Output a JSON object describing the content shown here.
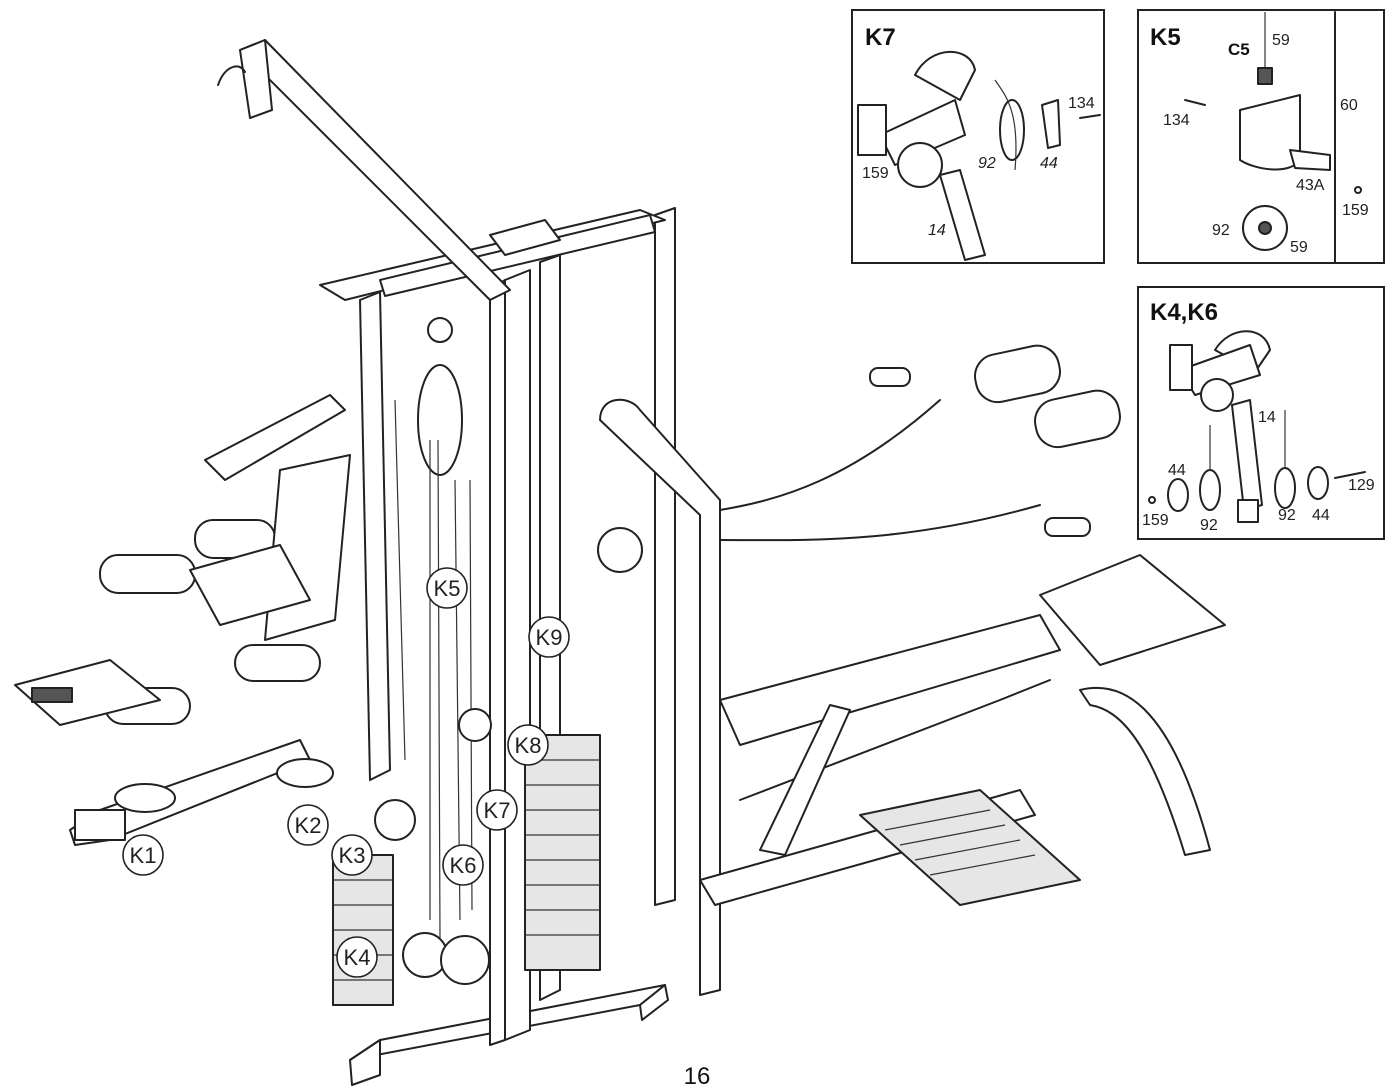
{
  "page_number": "16",
  "callouts": {
    "k1": "K1",
    "k2": "K2",
    "k3": "K3",
    "k4": "K4",
    "k5": "K5",
    "k6": "K6",
    "k7": "K7",
    "k8": "K8",
    "k9": "K9"
  },
  "insets": {
    "k7": {
      "title": "K7",
      "labels": {
        "p159": "159",
        "p92": "92",
        "p44": "44",
        "p134": "134",
        "p14": "14"
      }
    },
    "k5": {
      "title": "K5",
      "labels": {
        "c5": "C5",
        "p59a": "59",
        "p134": "134",
        "p60": "60",
        "p43a": "43A",
        "p159": "159",
        "p92": "92",
        "p59b": "59"
      }
    },
    "k4k6": {
      "title": "K4,K6",
      "labels": {
        "p14": "14",
        "p44a": "44",
        "p129": "129",
        "p159": "159",
        "p92a": "92",
        "p92b": "92",
        "p44b": "44"
      }
    }
  },
  "colors": {
    "line": "#222222",
    "background": "#ffffff",
    "shade": "#e6e6e6"
  }
}
